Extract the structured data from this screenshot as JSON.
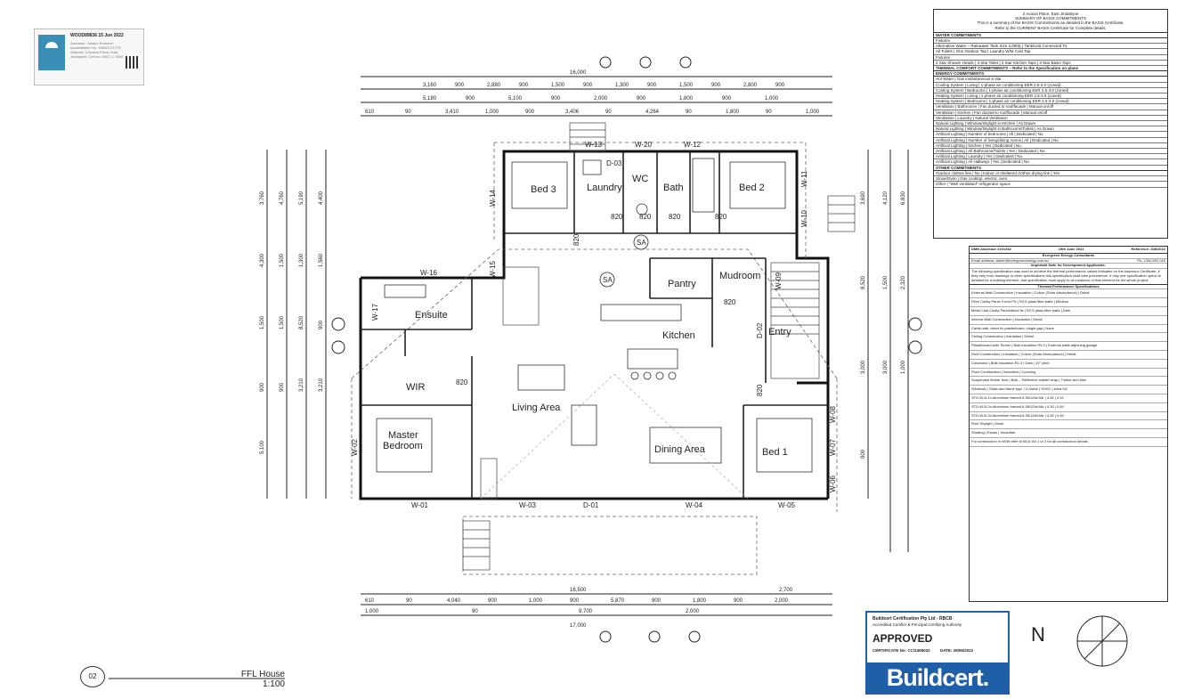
{
  "stamp": {
    "title": "WOOD89836   15 Jun 2022",
    "lines": "Assessor: Joseph Rommel; Accreditation No. DMN/17/1770; Address: 3 Acacia Place, East Jindabyne; Cert no: 0007-1, 0000"
  },
  "basix": {
    "address": "3 Acacia Place, East Jindabyne",
    "heading": "SUMMARY OF BASIX COMMITMENTS",
    "note1": "This is a summary of the BASIX Commitments as detailed in the BASIX Certificate.",
    "note2": "Refer to the CURRENT BASIX Certificate for Complete details.",
    "sections": [
      {
        "title": "WATER COMMITMENTS",
        "rows": [
          "Fixtures",
          "Alternative Water – Rainwater Tank Size 3,000(L) Tank/Unit Connected To:",
          "All Toilets | One Outdoor Tap | Laundry W/M Cold Tap",
          "Fixtures",
          "3 Star Shower Heads | 3 Star Toilet | 3 Star Kitchen Taps | 3 Star Basin Taps"
        ]
      },
      {
        "title": "THERMAL COMFORT COMMITMENTS – Refer to the Specification on plans",
        "rows": []
      },
      {
        "title": "ENERGY COMMITMENTS",
        "rows": [
          "Hot Water | Gas instantaneous 6 star",
          "Cooling System | Living | 1-phase air conditioning EER 2.5-3.0 (zoned)",
          "Cooling System | Bedrooms | 1-phase air conditioning EER 2.5-3.0 (zoned)",
          "Heating System | Living | 1-phase air conditioning EER 2.5-3.0 (zoned)",
          "Heating System | Bedrooms | 1-phase air conditioning EER 2.5-3.0 (zoned)",
          "Ventilation | Bathrooms | Fan ducted to roof/facade | Manual on/off",
          "Ventilation | Kitchen | Fan ducted to roof/facade | Manual on/off",
          "Ventilation | Laundry | Natural Ventilation",
          "Natural Lighting | Window/Skylight in Kitchen | As Drawn",
          "Natural Lighting | Window/Skylight in Bathrooms/Toilets | As Drawn",
          "Artificial Lighting | Number of bedrooms | All | Dedicated | No",
          "Artificial Lighting | Number of living/dining rooms | All | Dedicated | No",
          "Artificial Lighting | Kitchen | Yes | Dedicated | No",
          "Artificial Lighting | All Bathrooms/Toilets | Yes | Dedicated | No",
          "Artificial Lighting | Laundry | Yes | Dedicated | No",
          "Artificial Lighting | All Hallways | Yes | Dedicated | No"
        ]
      },
      {
        "title": "OTHER COMMITMENTS",
        "rows": [
          "Outdoor clothes line | No | Indoor or sheltered clothes drying line | Yes",
          "Stove/Oven | Gas cooktop, electric oven",
          "Other | \"Well ventilated\" refrigerator space"
        ]
      }
    ]
  },
  "energy": {
    "header_left": "DMN Assessor #101342",
    "header_mid": "15th June 2022",
    "header_right": "Reference: 208/2022",
    "company": "Evergreen Energy Consultants",
    "email": "Email address: admin@evergreenenergy.com.au",
    "phone": "Ph: 1300 651 016",
    "note_title": "Important Note for Development Applicants:",
    "note": "The following specification was used to achieve the thermal performance values indicated on the Assessor Certificate. If they vary from drawings or other specifications this specification shall take precedence. If only one specification option is detailed for a building element, that specification must apply to all instances of that element for the whole project.",
    "spec_title": "Thermal Performance Specifications",
    "rows": [
      "External Wall Construction | Insulation | Colour (Solar Absorptance) | Detail",
      "Fibre Cavity Panel 9 mm/7% | R2.5 glass fibre batts | Medium",
      "Metal Clad Cavity Panel/direct fix | R2.5 glass fibre batts | Dark",
      "Internal Wall Construction | Insulation | Detail",
      "Cavity wall, direct fix plasterboard, single gap | None",
      "Ceiling Construction | Insulation | Detail",
      "Plasterboard with Timber | Bulk insulation R5.0 | External walls adjoining garage",
      "Roof Construction | Insulation | Colour (Solar Absorptance) | Detail",
      "Colorbond | Bulk insulation R1.3 | Dark | 10° pitch",
      "Floor Construction | Insulation | Covering",
      "Suspended timber floor | Bulk – Reflective bubble wrap | Timber and tiles",
      "Windows | Glass and frame type | U-Value | SHGC | Area m2",
      "STD-W-B-1n Aluminium framed 6.38/12Ar/4Ar | 4.82 | 0.52",
      "STD-W-B-2n Aluminium framed 6.38/12Ar/4Ar | 4.30 | 0.60",
      "STD-W-B-3n Aluminium framed 6.38/12Ar/4Ar | 4.82 | 0.60",
      "Roof Skylight | None",
      "Shading | Eaves | Verandah",
      "For construction in NSW refer to BCA Vol 1 or 2 for all construction details."
    ]
  },
  "plan": {
    "rooms": [
      {
        "name": "Bed 3"
      },
      {
        "name": "Laundry"
      },
      {
        "name": "WC"
      },
      {
        "name": "Bath"
      },
      {
        "name": "Bed 2"
      },
      {
        "name": "Ensuite"
      },
      {
        "name": "Pantry"
      },
      {
        "name": "Mudroom"
      },
      {
        "name": "Kitchen"
      },
      {
        "name": "Entry"
      },
      {
        "name": "WIR"
      },
      {
        "name": "Living Area"
      },
      {
        "name": "Master"
      },
      {
        "name": "Bedroom"
      },
      {
        "name": "Dining Area"
      },
      {
        "name": "Bed 1"
      }
    ],
    "labels": [
      "W-13",
      "W-20",
      "W-12",
      "W-14",
      "W-11",
      "W-10",
      "W-16",
      "W-15",
      "W-17",
      "W-09",
      "D-02",
      "W-02",
      "W-01",
      "W-03",
      "D-01",
      "W-04",
      "W-05",
      "W-06",
      "W-07",
      "W-08",
      "D-03",
      "820",
      "820",
      "820",
      "820",
      "820",
      "820",
      "820",
      "820",
      "SA",
      "SA"
    ],
    "dims_top": [
      "16,000",
      "3,160",
      "900",
      "2,880",
      "900",
      "1,500",
      "900",
      "1,300",
      "900",
      "1,500",
      "900",
      "2,800",
      "900",
      "5,180",
      "900",
      "5,100",
      "900",
      "2,000",
      "900",
      "1,800",
      "900",
      "1,000",
      "610",
      "90",
      "3,410",
      "1,000",
      "900",
      "3,406",
      "90",
      "4,264",
      "90",
      "1,800",
      "90",
      "1,000"
    ],
    "dims_bottom": [
      "16,500",
      "2,700",
      "610",
      "90",
      "4,040",
      "900",
      "1,000",
      "900",
      "5,870",
      "900",
      "1,800",
      "900",
      "2,000",
      "1,000",
      "90",
      "9,700",
      "2,000",
      "17,000"
    ],
    "dims_left": [
      "3,760",
      "4,760",
      "5,190",
      "4,400",
      "4,300",
      "1,500",
      "1,300",
      "1,560",
      "1,500",
      "1,500",
      "8,520",
      "900",
      "900",
      "900",
      "3,210",
      "3,210",
      "5,100"
    ],
    "dims_right": [
      "3,690",
      "4,120",
      "6,830",
      "8,520",
      "1,500",
      "2,320",
      "3,000",
      "3,000",
      "1,000",
      "900"
    ]
  },
  "buildcert": {
    "line1": "Buildcert Certification Pty Ltd - RBCB",
    "line2": "Accredited Certifier & Principal Certifying Authority",
    "approved": "APPROVED",
    "cert_no": "CERTIFICATE No: CC/2405022",
    "date": "DATE: 29/06/2022",
    "brand": "Buildcert."
  },
  "drawing": {
    "view_number": "02",
    "title": "FFL House",
    "scale": "1:100",
    "north": "N"
  }
}
